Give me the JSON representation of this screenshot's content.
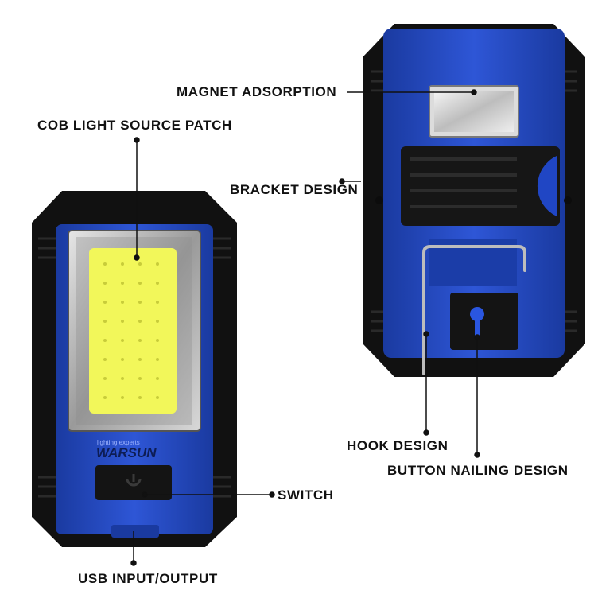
{
  "brand": {
    "tagline": "lighting experts",
    "name": "WARSUN"
  },
  "labels": {
    "magnet": "MAGNET ADSORPTION",
    "cob": "COB LIGHT SOURCE PATCH",
    "bracket": "BRACKET DESIGN",
    "hook": "HOOK DESIGN",
    "button_nail": "BUTTON NAILING DESIGN",
    "switch": "SWITCH",
    "usb": "USB INPUT/OUTPUT"
  },
  "colors": {
    "body_blue": "#1f44b8",
    "rubber_black": "#111111",
    "cob_yellow": "#f2f75a",
    "metal_silver": "#c9c9c9"
  },
  "icons": {
    "power": "power-icon"
  }
}
